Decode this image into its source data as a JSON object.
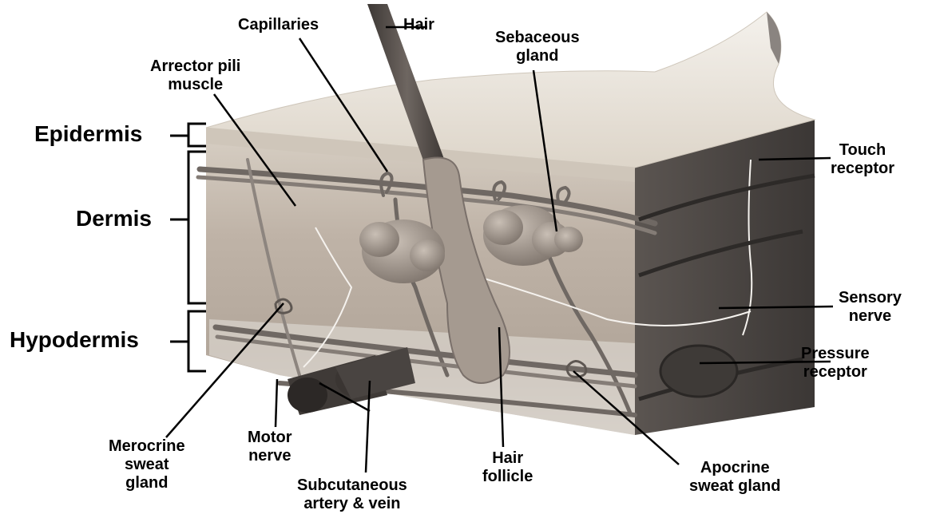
{
  "labels": {
    "hair": "Hair",
    "capillaries": "Capillaries",
    "sebaceous_gland": [
      "Sebaceous",
      "gland"
    ],
    "arrector_pili": [
      "Arrector pili",
      "muscle"
    ],
    "epidermis": "Epidermis",
    "dermis": "Dermis",
    "hypodermis": "Hypodermis",
    "touch_receptor": [
      "Touch",
      "receptor"
    ],
    "sensory_nerve": [
      "Sensory",
      "nerve"
    ],
    "pressure_receptor": [
      "Pressure",
      "receptor"
    ],
    "merocrine": [
      "Merocrine",
      "sweat",
      "gland"
    ],
    "motor_nerve": [
      "Motor",
      "nerve"
    ],
    "subcutaneous": [
      "Subcutaneous",
      "artery & vein"
    ],
    "hair_follicle": [
      "Hair",
      "follicle"
    ],
    "apocrine": [
      "Apocrine",
      "sweat gland"
    ]
  },
  "colors": {
    "surface": "#e9e3d8",
    "dermis": "#bdb1a5",
    "side_face": "#4a4542",
    "vessel": "#6f6863",
    "gland": "#9f948b"
  }
}
